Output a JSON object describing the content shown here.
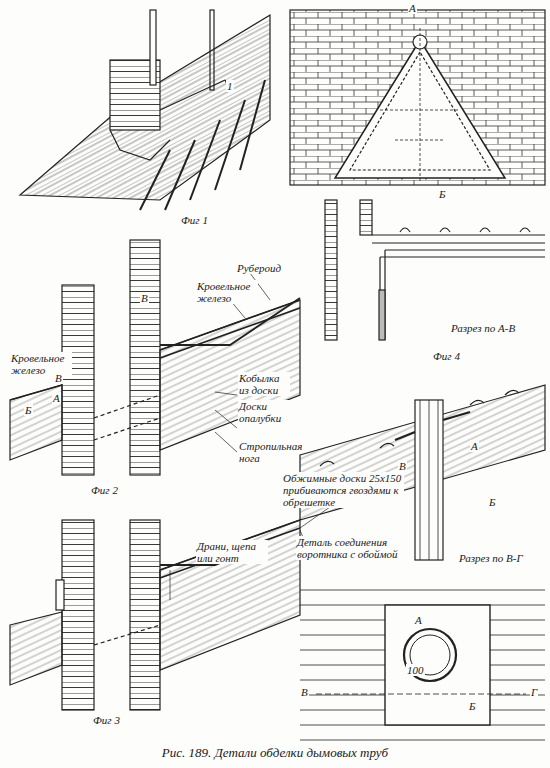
{
  "diagram": {
    "caption": "Рис. 189. Детали обделки дымовых труб",
    "labels": [
      "Фиг 1",
      "1",
      "А",
      "Б",
      "Разрез по А-В",
      "Фиг 4",
      "Рубероид",
      "Кровельное железо",
      "В",
      "Кровельное железо",
      "В",
      "А",
      "Б",
      "Кобылка из доски",
      "Доски опалубки",
      "Стропильная нога",
      "Фиг 2",
      "Обжимные доски 25х150 прибиваются гвоздями к обрешетке",
      "В",
      "А",
      "Б",
      "Деталь соединения воротника с обоймой",
      "Разрез по В-Г",
      "Драни, щепа или гонт",
      "Фиг 3",
      "А",
      "100",
      "В",
      "Г",
      "Б"
    ]
  }
}
